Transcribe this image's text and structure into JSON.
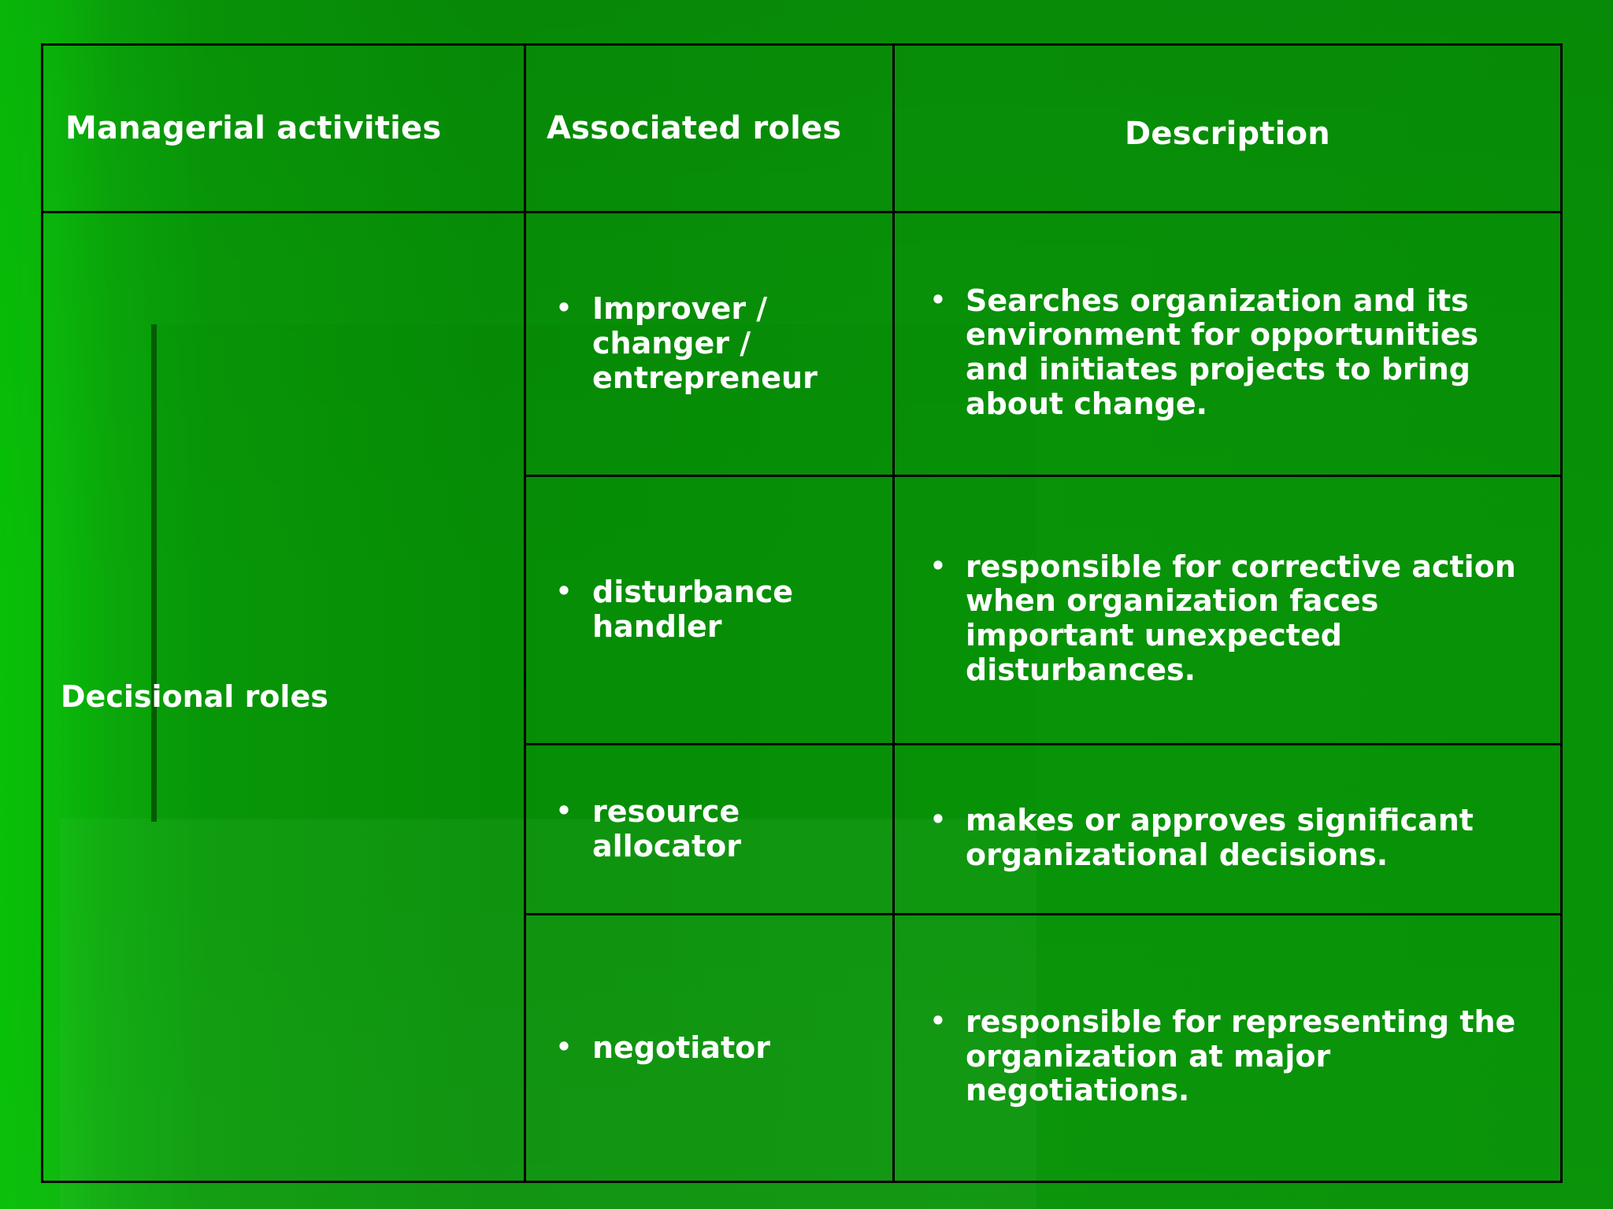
{
  "slide": {
    "background_color": "#089a08",
    "text_color": "#ffffff",
    "border_color": "#000000",
    "bullet_glyph": "•"
  },
  "table": {
    "headers": {
      "activities": "Managerial activities",
      "roles": "Associated roles",
      "description": "Description"
    },
    "group_label": "Decisional roles",
    "rows": [
      {
        "role": "Improver / changer / entrepreneur",
        "description": "Searches organization and its environment for opportunities and initiates projects to bring about change."
      },
      {
        "role": "disturbance handler",
        "description": "responsible for corrective action when organization faces important unexpected disturbances."
      },
      {
        "role": "resource allocator",
        "description": "makes or approves significant organizational decisions."
      },
      {
        "role": "negotiator",
        "description": "responsible for representing the organization at major negotiations."
      }
    ]
  }
}
